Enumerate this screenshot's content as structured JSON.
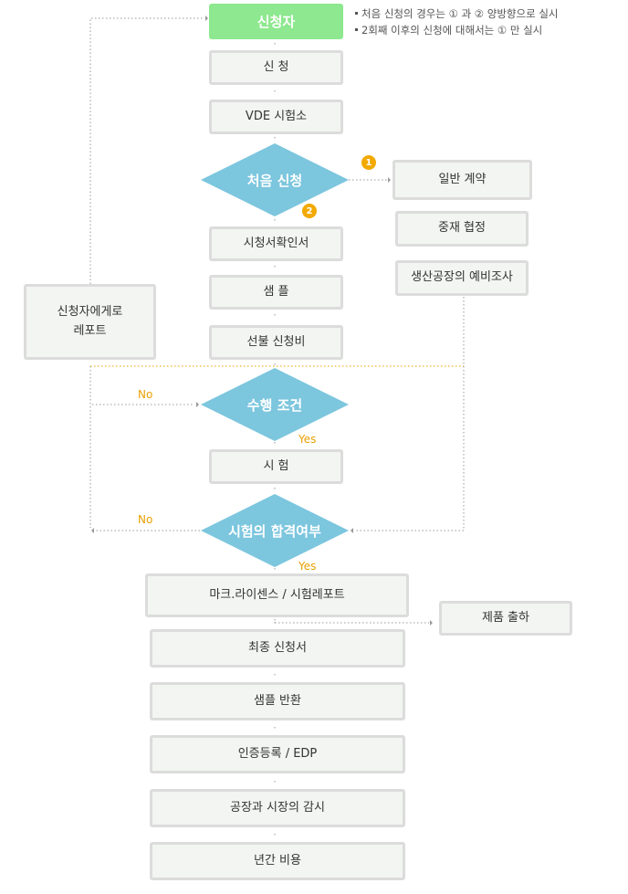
{
  "notes": [
    "처음 신청의 경우는 ① 과 ② 양방향으로 실시",
    "2회째 이후의 신청에 대해서는 ① 만 실시"
  ],
  "nodes": {
    "applicant": "신청자",
    "application": "신 청",
    "vde_lab": "VDE 시험소",
    "first_application": "처음 신청",
    "general_contract": "일반 계약",
    "mediation_agreement": "중재 협정",
    "factory_pre_survey": "생산공장의 예비조사",
    "application_confirmation": "시청서확인서",
    "sample": "샘 플",
    "advance_fee": "선불 신청비",
    "report_to_applicant": "신청자에게로\n레포트",
    "execution_condition": "수행 조건",
    "test": "시 험",
    "pass_decision": "시험의 합격여부",
    "mark_license": "마크.라이센스 / 시험레포트",
    "product_shipping": "제품 출하",
    "final_application": "최종 신청서",
    "sample_return": "샘플 반환",
    "cert_registration": "인증등록 / EDP",
    "factory_market_audit": "공장과 시장의 감시",
    "annual_fee": "년간 비용"
  },
  "flags": {
    "no": "No",
    "yes": "Yes"
  },
  "badges": {
    "one": "1",
    "two": "2"
  },
  "colors": {
    "start_fill": "#8ee88f",
    "decision_fill": "#7cc6de",
    "box_fill": "#f2f5f1",
    "box_border": "#dcdcdc",
    "dotted_line": "#999999",
    "accent_line": "#e8a100",
    "badge": "#f2a900"
  }
}
